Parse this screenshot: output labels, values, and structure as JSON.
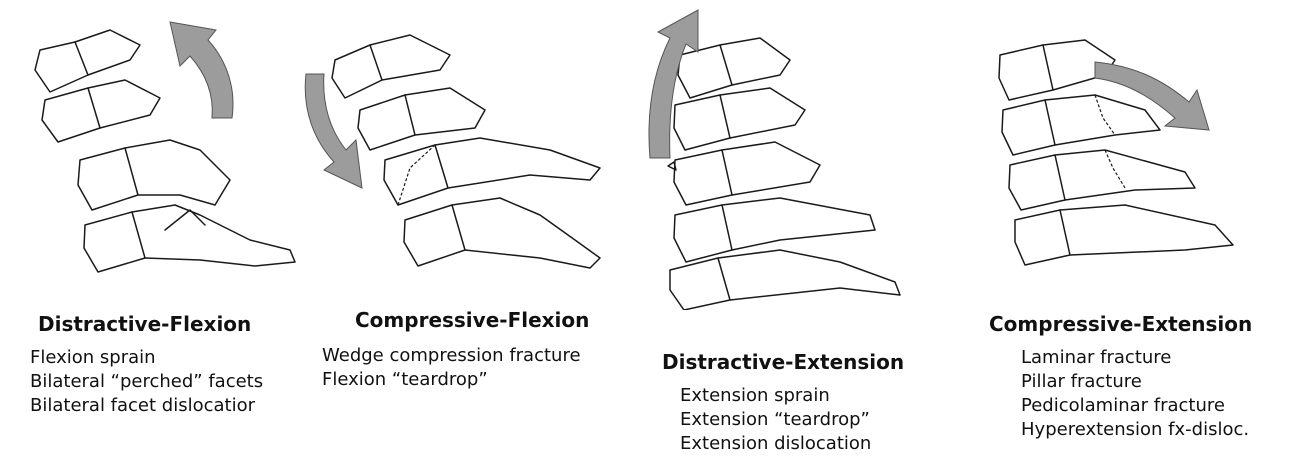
{
  "colors": {
    "arrow": "#9c9c9c",
    "line": "#1a1a1a",
    "background": "#ffffff"
  },
  "panels": [
    {
      "title": "Distractive-Flexion",
      "items": [
        "Flexion sprain",
        "Bilateral “perched” facets",
        "Bilateral facet dislocatior"
      ],
      "arrow": "curved-arrow-up"
    },
    {
      "title": "Compressive-Flexion",
      "items": [
        "Wedge compression fracture",
        "Flexion “teardrop”"
      ],
      "arrow": "curved-arrow-down"
    },
    {
      "title": "Distractive-Extension",
      "items": [
        "Extension sprain",
        "Extension “teardrop”",
        "Extension dislocation"
      ],
      "arrow": "curved-arrow-up"
    },
    {
      "title": "Compressive-Extension",
      "items": [
        "Laminar fracture",
        "Pillar fracture",
        "Pedicolaminar fracture",
        "Hyperextension fx-disloc."
      ],
      "arrow": "curved-arrow-down"
    }
  ]
}
